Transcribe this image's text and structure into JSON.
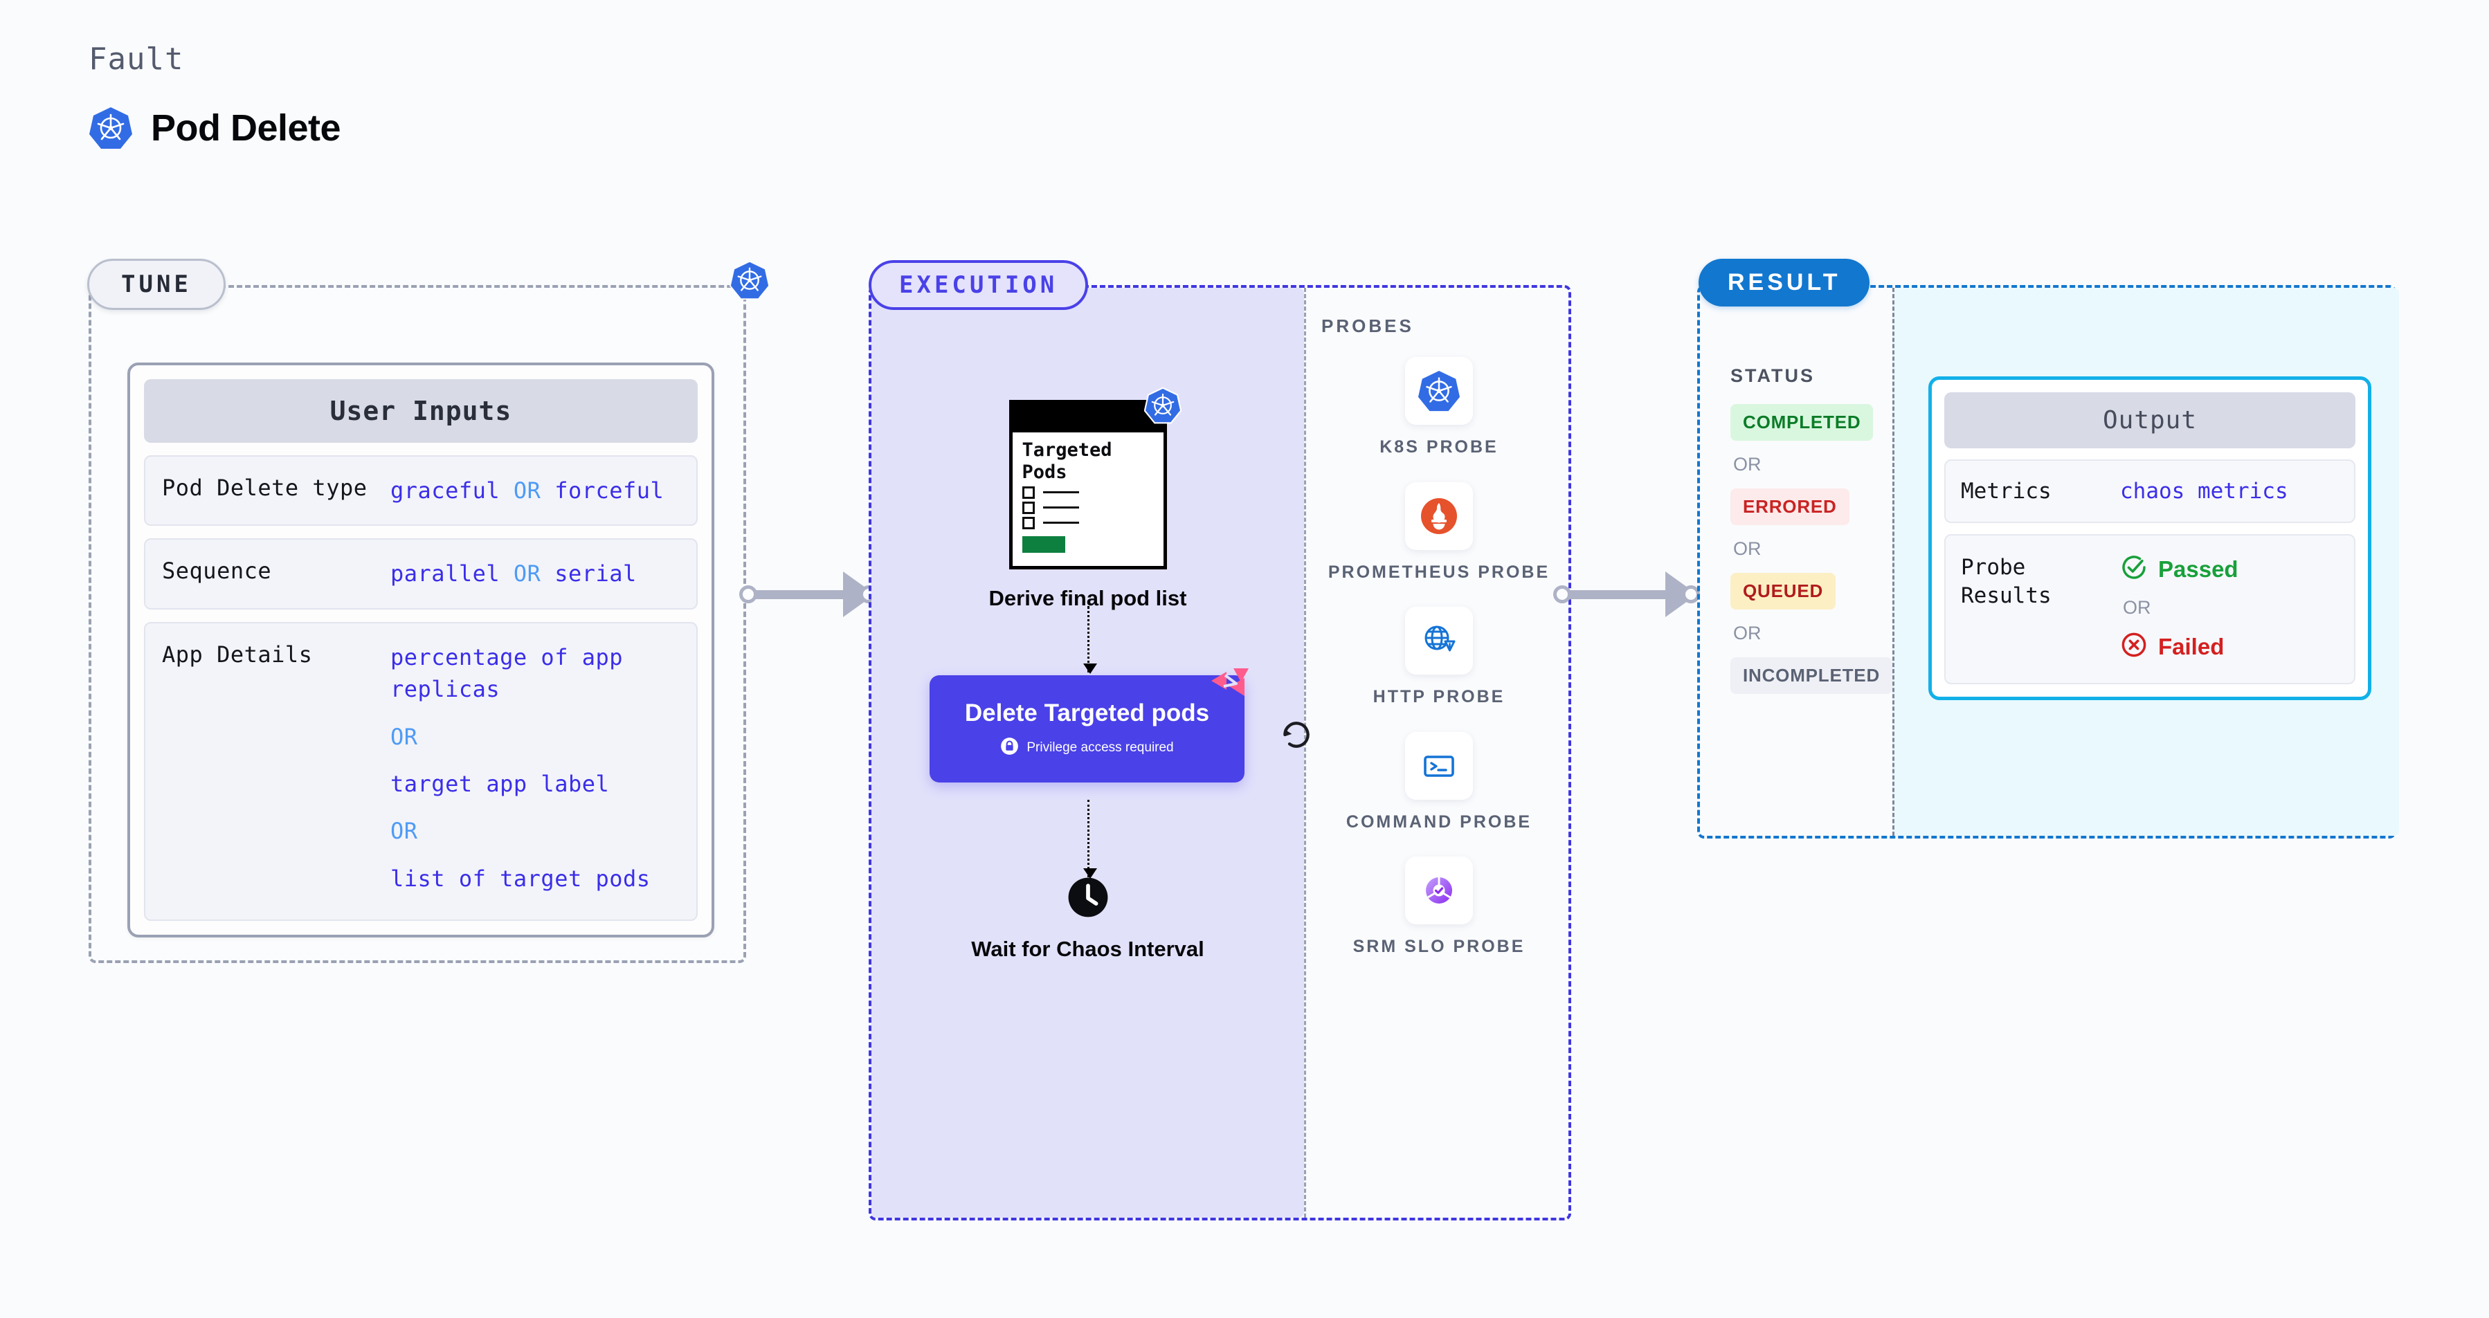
{
  "header": {
    "eyebrow": "Fault",
    "title": "Pod Delete",
    "logo_icon": "kubernetes-icon"
  },
  "tune": {
    "badge": "TUNE",
    "corner_icon": "kubernetes-icon",
    "card_title": "User Inputs",
    "rows": [
      {
        "key": "Pod Delete type",
        "values": [
          "graceful",
          "forceful"
        ],
        "separator": "OR",
        "layout": "inline"
      },
      {
        "key": "Sequence",
        "values": [
          "parallel",
          "serial"
        ],
        "separator": "OR",
        "layout": "inline"
      },
      {
        "key": "App Details",
        "values": [
          "percentage of app replicas",
          "target app label",
          "list of target pods"
        ],
        "separator": "OR",
        "layout": "stacked"
      }
    ]
  },
  "execution": {
    "badge": "EXECUTION",
    "nodes": {
      "derive": {
        "label": "Derive final pod list",
        "card_title": "Targeted Pods",
        "card_icon": "kubernetes-icon",
        "checkbox_count": 3
      },
      "delete": {
        "title": "Delete Targeted pods",
        "privilege_note": "Privilege access required",
        "privilege_icon": "lock-icon",
        "corner_icon": "litmuschaos-icon",
        "loop_icon": "refresh-loop-icon"
      },
      "wait": {
        "label": "Wait for Chaos Interval",
        "icon": "clock-icon"
      }
    },
    "probes": {
      "label": "PROBES",
      "items": [
        {
          "name": "K8S PROBE",
          "icon": "kubernetes-icon"
        },
        {
          "name": "PROMETHEUS PROBE",
          "icon": "prometheus-icon"
        },
        {
          "name": "HTTP PROBE",
          "icon": "http-globe-warning-icon"
        },
        {
          "name": "COMMAND PROBE",
          "icon": "terminal-icon"
        },
        {
          "name": "SRM SLO PROBE",
          "icon": "srm-slo-donut-check-icon"
        }
      ]
    }
  },
  "result": {
    "badge": "RESULT",
    "status_label": "STATUS",
    "status_separator": "OR",
    "statuses": [
      {
        "label": "COMPLETED",
        "bg": "#d9f7df",
        "color": "#0b7c28"
      },
      {
        "label": "ERRORED",
        "bg": "#fdeaea",
        "color": "#c92323"
      },
      {
        "label": "QUEUED",
        "bg": "#fcefc4",
        "color": "#b01c1c"
      },
      {
        "label": "INCOMPLETED",
        "bg": "#eff0f5",
        "color": "#5a6274"
      }
    ],
    "output": {
      "title": "Output",
      "metrics_key": "Metrics",
      "metrics_value": "chaos metrics",
      "probe_results_key": "Probe Results",
      "probe_passed": "Passed",
      "probe_failed": "Failed",
      "probe_separator": "OR",
      "passed_icon": "check-circle-icon",
      "failed_icon": "x-circle-icon"
    }
  },
  "colors": {
    "background": "#fafbfd",
    "tune_border": "#9aa1b3",
    "execution_border": "#3f37e0",
    "execution_fill": "#e2e1fa",
    "result_border": "#1277cf",
    "result_fill": "#e9f9fd",
    "accent_indigo": "#3b2ee8",
    "accent_blue": "#4f9bf5",
    "output_border": "#12b0e8",
    "litmus_pink": "#ff5c8d",
    "k8s_blue": "#326ce5",
    "prometheus_orange": "#e6522c"
  }
}
